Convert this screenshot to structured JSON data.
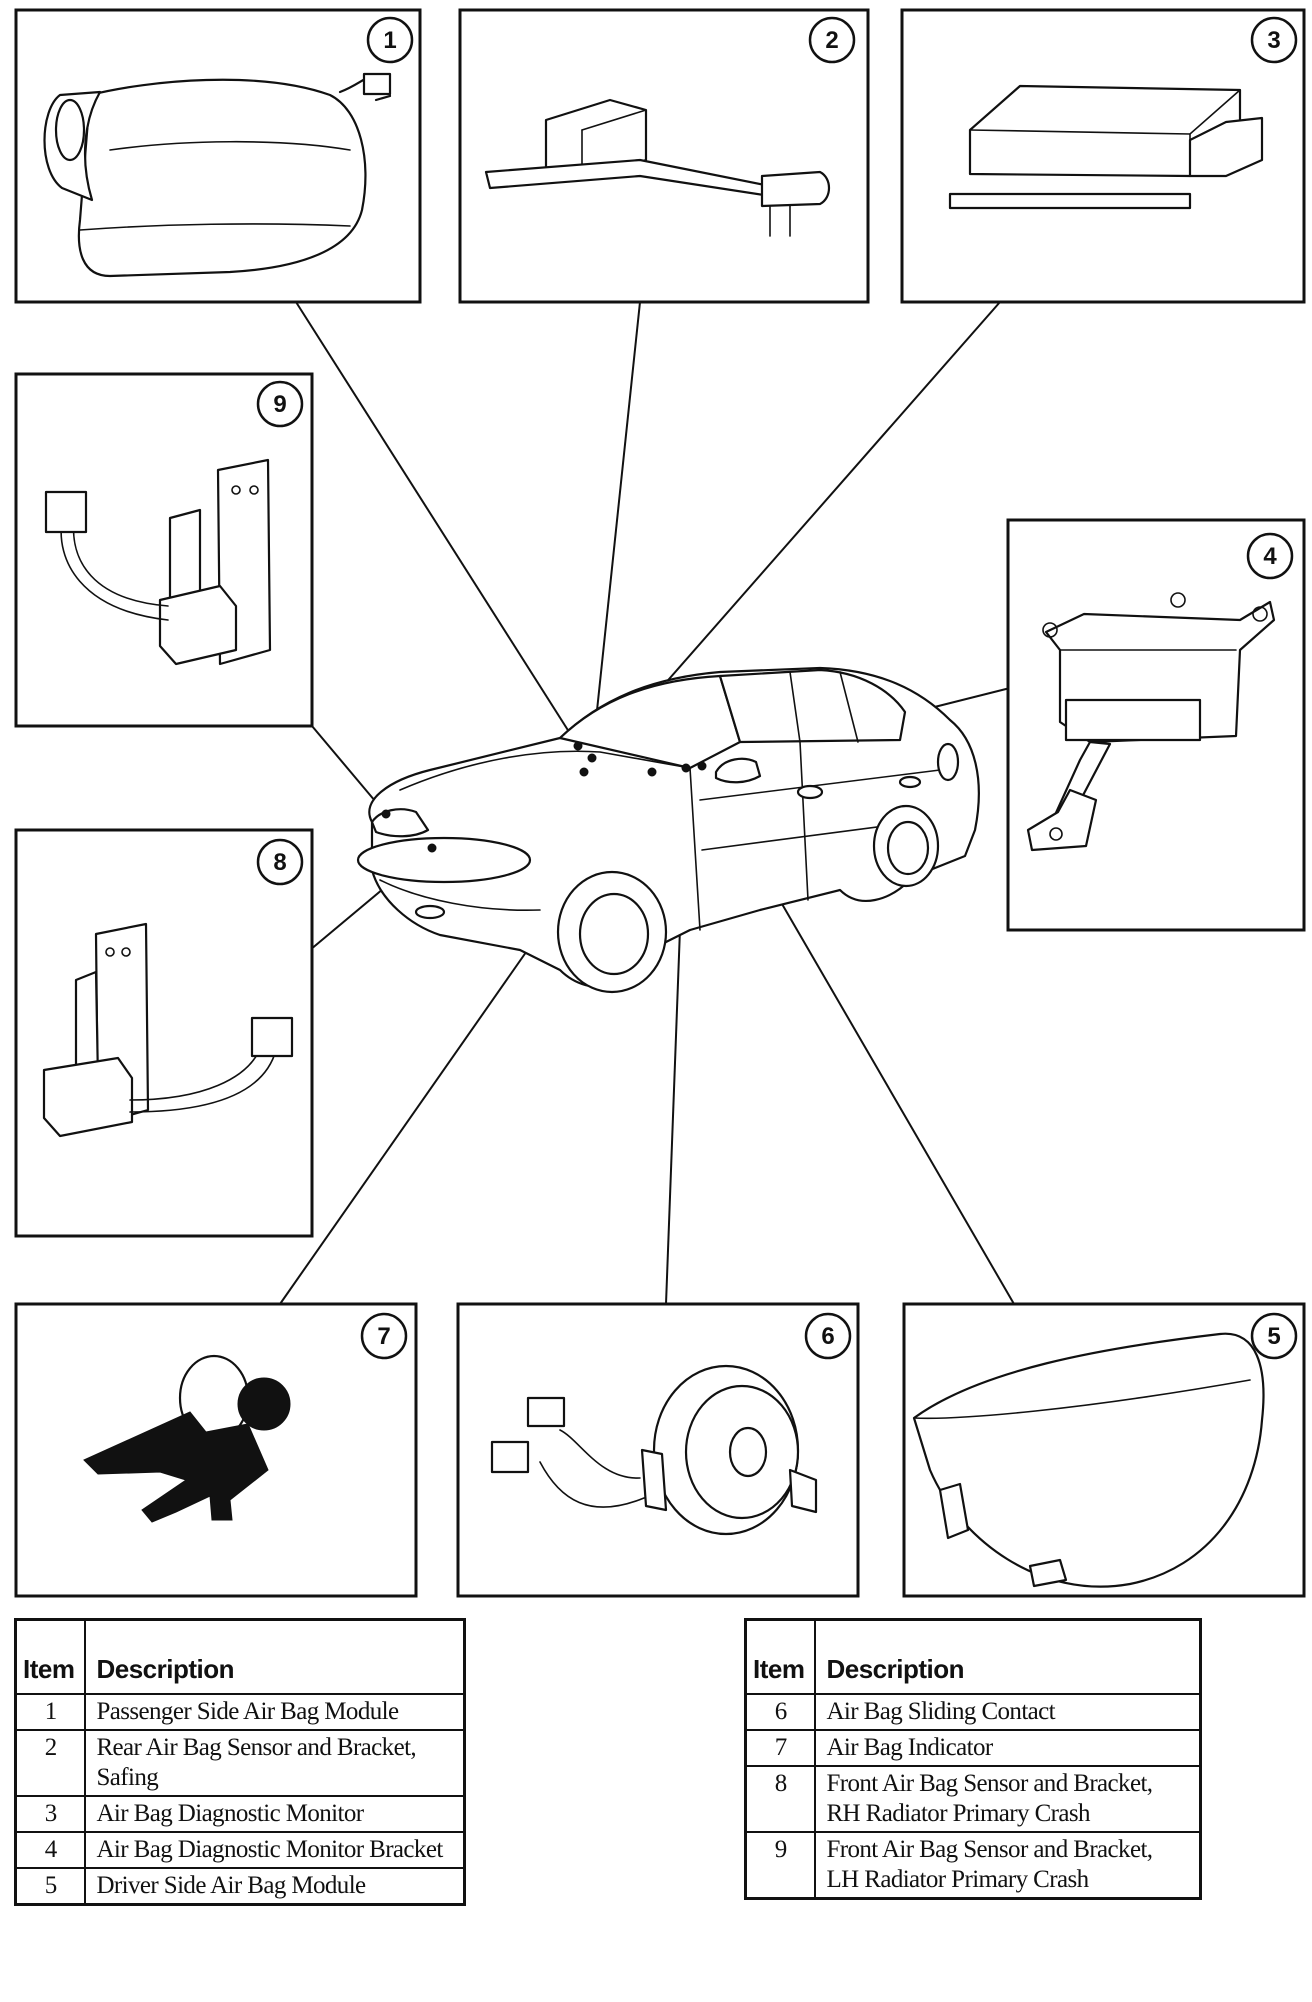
{
  "callouts": [
    "1",
    "2",
    "3",
    "4",
    "5",
    "6",
    "7",
    "8",
    "9"
  ],
  "legend_left": {
    "headers": {
      "item": "Item",
      "description": "Description"
    },
    "rows": [
      {
        "item": "1",
        "description": "Passenger Side Air Bag Module"
      },
      {
        "item": "2",
        "description": "Rear Air Bag Sensor and Bracket, Safing"
      },
      {
        "item": "3",
        "description": "Air Bag Diagnostic Monitor"
      },
      {
        "item": "4",
        "description": "Air Bag Diagnostic Monitor Bracket"
      },
      {
        "item": "5",
        "description": "Driver Side Air Bag Module"
      }
    ]
  },
  "legend_right": {
    "headers": {
      "item": "Item",
      "description": "Description"
    },
    "rows": [
      {
        "item": "6",
        "description": "Air Bag Sliding Contact"
      },
      {
        "item": "7",
        "description": "Air Bag Indicator"
      },
      {
        "item": "8",
        "description": "Front Air Bag Sensor and Bracket, RH Radiator Primary Crash"
      },
      {
        "item": "9",
        "description": "Front Air Bag Sensor and Bracket, LH Radiator Primary Crash"
      }
    ]
  }
}
